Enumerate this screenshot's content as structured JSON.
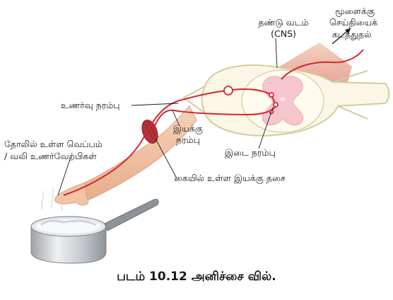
{
  "labels": {
    "spinal_cord": "தண்டு வடம்",
    "cns": "(CNS)",
    "brain_line1": "மூளைக்கு",
    "brain_line2": "செய்தியைக்",
    "brain_line3": "கடத்துதல்",
    "sensory_nerve": "உணர்வு நரம்பு",
    "motor_nerve_line1": "இயக்கு",
    "motor_nerve_line2": "நரம்பு",
    "interneuron": "இடை நரம்பு",
    "receptor_line1": "தோலில் உள்ள வெப்பம்",
    "receptor_line2": "/ வலி உணர்வேற்பிகள்",
    "effector_muscle": "கையில் உள்ள இயக்கு தசை"
  },
  "caption": "படம் 10.12 அனிச்சை வில்.",
  "colors": {
    "nerve": "#d7262e",
    "arm": "#f0c4a4",
    "muscle": "#b5303a",
    "spinal_outline": "#d9d3ad",
    "grey_matter": "#f6c6cf",
    "pot": "#c9ccd0"
  }
}
